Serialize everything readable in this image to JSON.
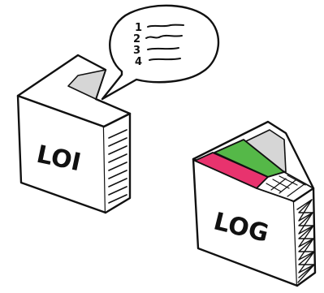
{
  "left_box": {
    "label": "LOI",
    "icon": "open-box-icon"
  },
  "speech_bubble": {
    "icon": "speech-bubble-icon",
    "list_numbers": [
      "1",
      "2",
      "3",
      "4"
    ]
  },
  "right_box": {
    "label": "LOG",
    "icon": "file-drawer-icon",
    "tab_colors": [
      "#e8336e",
      "#55b848",
      "#f2f2f2"
    ]
  },
  "colors": {
    "ink": "#111111",
    "inner_shadow": "#d6d6d6",
    "pink_tab": "#e8336e",
    "green_tab": "#55b848"
  }
}
